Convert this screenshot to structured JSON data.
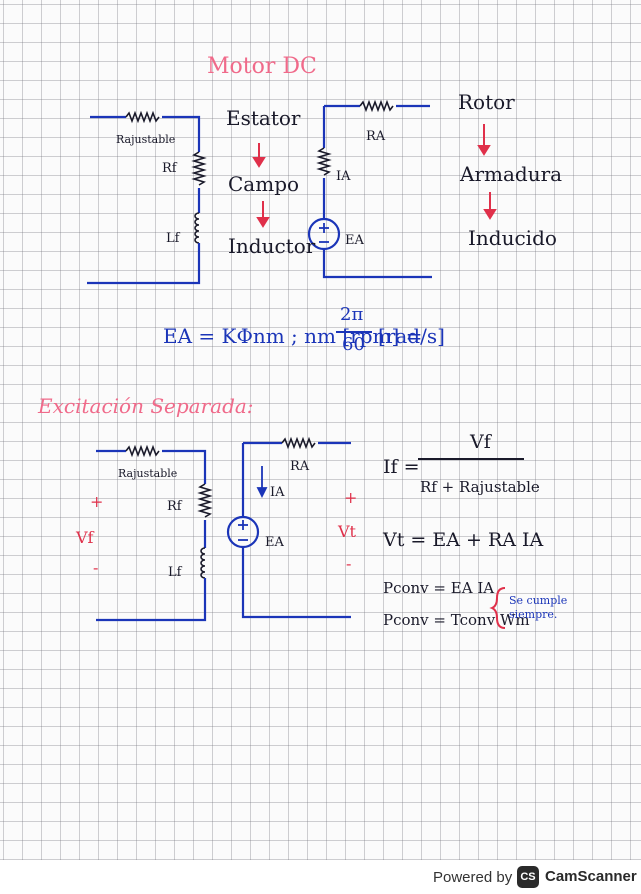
{
  "notes": {
    "title": "Motor DC",
    "circuit1": {
      "resistor_top": "Rajustable",
      "resistor_side": "Rf",
      "inductor": "Lf"
    },
    "chain_left": [
      "Estator",
      "Campo",
      "Inductor"
    ],
    "circuit2": {
      "resistor": "RA",
      "current": "IA",
      "source": "EA"
    },
    "chain_right": [
      "Rotor",
      "Armadura",
      "Inducido"
    ],
    "equation_main": "EA = KΦnm ; nm [rpm] =",
    "equation_fraction_num": "2π",
    "equation_fraction_den": "60",
    "equation_units": "[rad/s]",
    "section_title": "Excitación Separada:",
    "circuit3": {
      "resistor_top": "Rajustable",
      "resistor_side": "Rf",
      "inductor": "Lf",
      "plus": "+",
      "minus": "-",
      "source": "Vf"
    },
    "circuit4": {
      "resistor": "RA",
      "current": "IA",
      "source": "EA",
      "plus": "+",
      "minus": "-",
      "terminal": "Vt"
    },
    "formula_if_lhs": "If =",
    "formula_if_num": "Vf",
    "formula_if_den": "Rf + Rajustable",
    "formula_vt": "Vt = EA + RA IA",
    "formula_pconv1": "Pconv = EA IA",
    "formula_pconv2": "Pconv = Tconv Wm",
    "side_note": "Se cumple siempre."
  },
  "footer": {
    "powered_by": "Powered by",
    "logo_text": "CS",
    "brand": "CamScanner"
  },
  "colors": {
    "ink_blue": "#1b35b8",
    "ink_red": "#e0304a",
    "ink_pink": "#f06a8a",
    "pencil": "#1a1a2a"
  }
}
